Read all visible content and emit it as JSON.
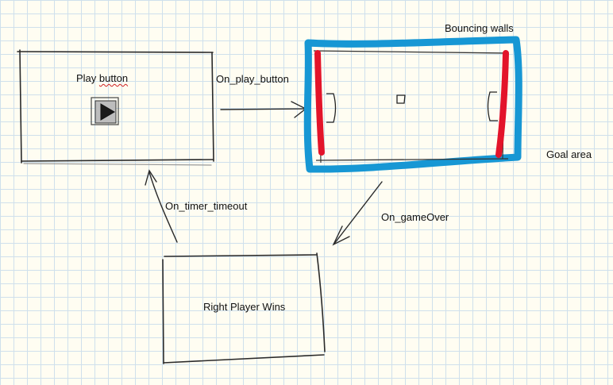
{
  "labels": {
    "play_screen": "Play button",
    "on_play_button": "On_play_button",
    "bouncing_walls": "Bouncing walls",
    "goal_area": "Goal area",
    "on_game_over": "On_gameOver",
    "on_timer_timeout": "On_timer_timeout",
    "right_player_wins": "Right Player Wins"
  },
  "colors": {
    "ink": "#222222",
    "wall_highlight": "#1797d4",
    "goal_highlight": "#e3142a",
    "grid": "#cfe0ec",
    "paper": "#fffdf2"
  },
  "icons": [
    "play-icon"
  ]
}
